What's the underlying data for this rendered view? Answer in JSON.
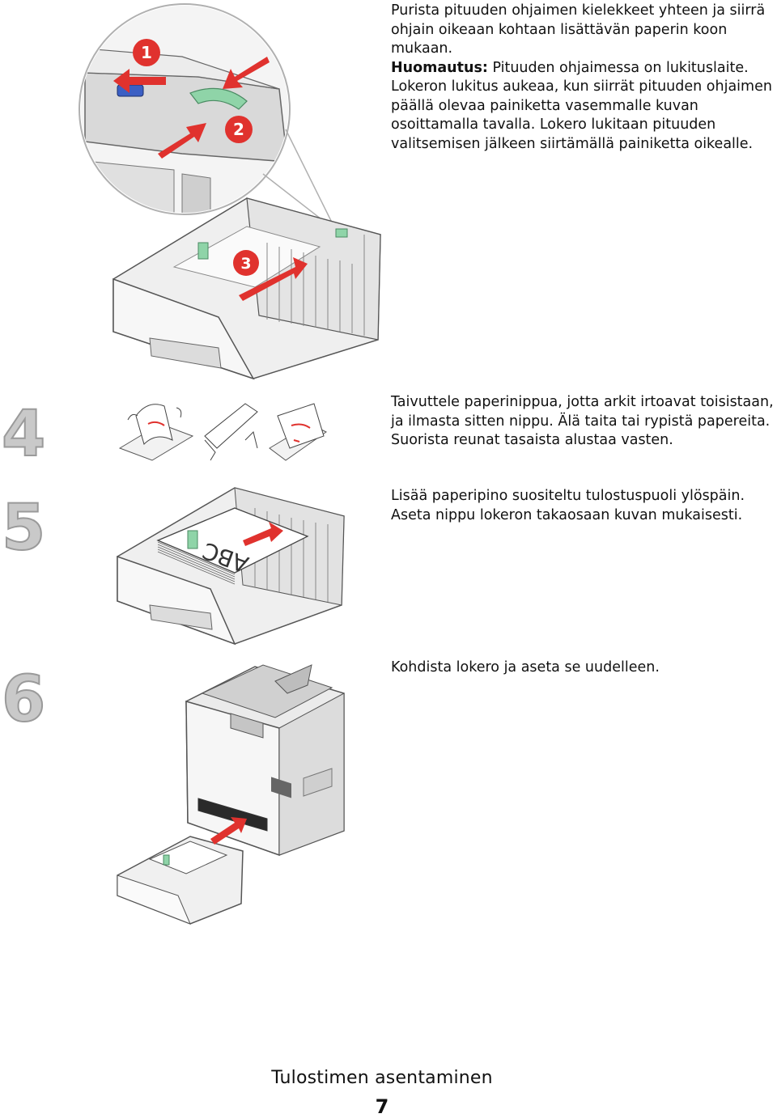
{
  "step3": {
    "text": "Purista pituuden ohjaimen kielekkeet yhteen ja siirrä ohjain oikeaan kohtaan lisättävän paperin koon mukaan.",
    "note_label": "Huomautus:",
    "note_text": " Pituuden ohjaimessa on lukituslaite. Lokeron lukitus aukeaa, kun siirrät pituuden ohjaimen päällä olevaa painiketta vasemmalle kuvan osoittamalla tavalla. Lokero lukitaan pituuden valitsemisen jälkeen siirtämällä painiketta oikealle.",
    "callouts": [
      "1",
      "2",
      "3"
    ]
  },
  "step4": {
    "number": "4",
    "text": "Taivuttele paperinippua, jotta arkit irtoavat toisistaan, ja ilmasta sitten nippu. Älä taita tai rypistä papereita. Suorista reunat tasaista alustaa vasten."
  },
  "step5": {
    "number": "5",
    "text": "Lisää paperipino suositeltu tulostuspuoli ylöspäin. Aseta nippu lokeron takaosaan kuvan mukaisesti.",
    "paper_label": "ABC"
  },
  "step6": {
    "number": "6",
    "text": "Kohdista lokero ja aseta se uudelleen."
  },
  "footer": {
    "title": "Tulostimen asentaminen",
    "page_number": "7"
  }
}
